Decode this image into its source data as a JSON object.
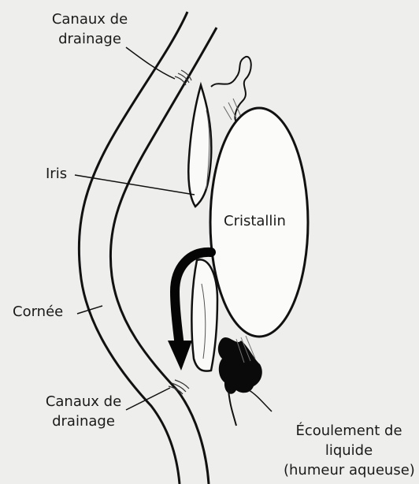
{
  "labels": {
    "drainage_top": [
      "Canaux de",
      "drainage"
    ],
    "iris": "Iris",
    "lens": "Cristallin",
    "cornea": "Cornée",
    "drainage_bottom": [
      "Canaux de",
      "drainage"
    ],
    "outflow": [
      "Écoulement de",
      "liquide",
      "(humeur aqueuse)"
    ]
  }
}
